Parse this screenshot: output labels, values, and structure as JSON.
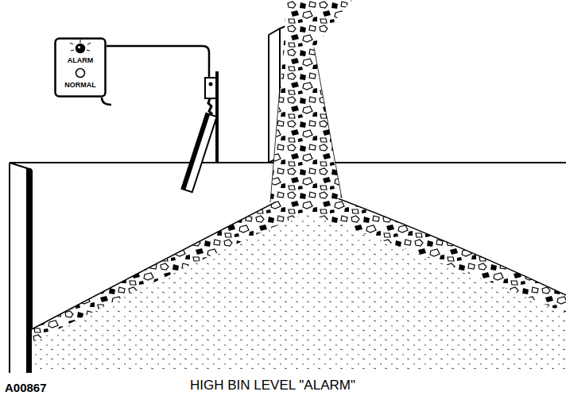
{
  "diagram": {
    "caption": "HIGH BIN LEVEL \"ALARM\"",
    "nodes": [
      {
        "text": [
          "ALARM",
          "NORMAL"
        ]
      }
    ],
    "labels": [
      "A00867"
    ]
  }
}
